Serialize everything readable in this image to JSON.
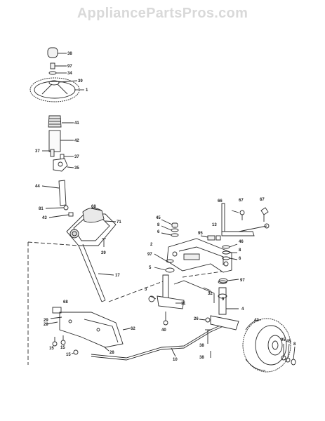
{
  "watermark": "AppliancePartsPros.com",
  "colors": {
    "line": "#2a2a2a",
    "fill": "#f2f2f2",
    "watermark": "#d9d9d9"
  },
  "callouts": {
    "c38a": "38",
    "c97a": "97",
    "c34": "34",
    "c39": "39",
    "c1": "1",
    "c41": "41",
    "c42": "42",
    "c37a": "37",
    "c37b": "37",
    "c35": "35",
    "c44": "44",
    "c81": "81",
    "c43a": "43",
    "c68a": "68",
    "c71": "71",
    "c29a": "29",
    "c17": "17",
    "c68b": "68",
    "c29b": "29",
    "c28": "28",
    "c62": "62",
    "c15a": "15",
    "c15b": "15",
    "c15c": "15",
    "c20": "20",
    "c10": "10",
    "c45": "45",
    "c8a": "8",
    "c6a": "6",
    "c2": "2",
    "c97b": "97",
    "c5": "5",
    "c3": "3",
    "c11": "11",
    "c40": "40",
    "c32": "32",
    "c26": "26",
    "c38b": "38",
    "c38c": "38",
    "c66": "66",
    "c67a": "67",
    "c67b": "67",
    "c13": "13",
    "c95a": "95",
    "c46": "46",
    "c8b": "8",
    "c6b": "6",
    "c97c": "97",
    "c9": "9",
    "c4": "4",
    "c43b": "43",
    "c95b": "95",
    "c45b": "45",
    "c8c": "8"
  }
}
